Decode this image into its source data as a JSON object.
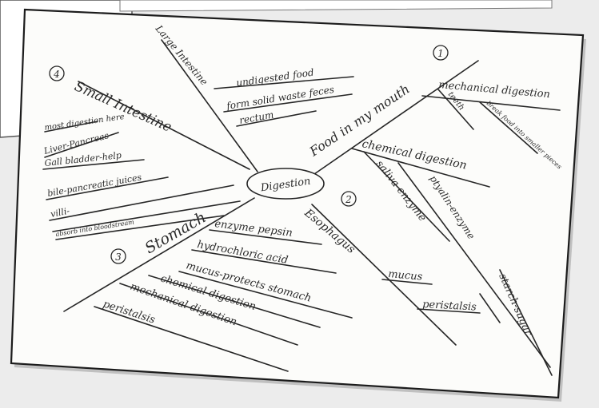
{
  "center": {
    "label": "Digestion"
  },
  "branches": [
    {
      "number": "1",
      "title": "Food in my mouth",
      "sub_branches": [
        {
          "label": "mechanical digestion",
          "details": [
            "teeth",
            "break food into smaller pieces"
          ]
        },
        {
          "label": "chemical digestion",
          "details": [
            "saliva-enzyme",
            "ptyalin-enzyme",
            "starch-sugar"
          ]
        }
      ]
    },
    {
      "number": "2",
      "title": "Esophagus",
      "details": [
        "mucus",
        "peristalsis"
      ]
    },
    {
      "number": "3",
      "title": "Stomach",
      "details": [
        "enzyme pepsin",
        "hydrochloric acid",
        "mucus-protects stomach",
        "chemical digestion",
        "mechanical digestion",
        "peristalsis"
      ]
    },
    {
      "number": "4",
      "title": "Small Intestine",
      "details": [
        "most digestion here",
        "Liver-Pancreas-",
        "Gall bladder-help",
        "bile-pancreatic juices",
        "villi-",
        "absorb into bloodstream"
      ]
    },
    {
      "title": "Large Intestine",
      "details": [
        "undigested food",
        "form solid waste feces",
        "rectum"
      ]
    }
  ]
}
